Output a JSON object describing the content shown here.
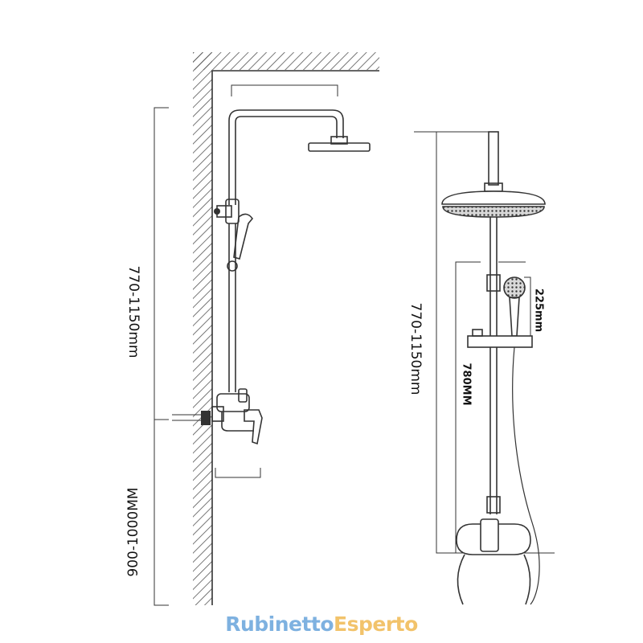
{
  "left_view": {
    "height_label": "770-1150mm",
    "mount_label": "900-1000MM"
  },
  "right_view": {
    "height_label": "770-1150mm",
    "rail_label": "780MM",
    "handshower_label": "225mm"
  },
  "watermark": {
    "part1": "Rubinetto",
    "part2": "Esperto",
    "color1": "#7eb1e0",
    "color2": "#f2c36b"
  }
}
